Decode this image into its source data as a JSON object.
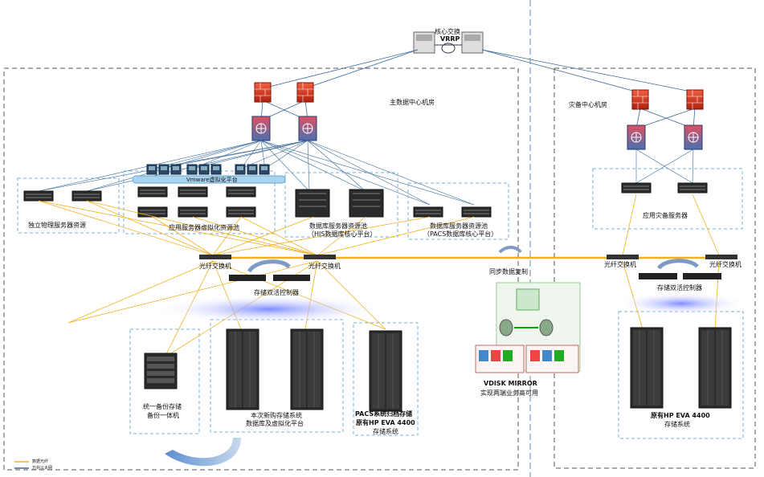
{
  "core": {
    "title": "核心交换",
    "vrrp": "VRRP"
  },
  "main_dc": {
    "title": "主数据中心机房"
  },
  "backup_dc": {
    "title": "灾备中心机房"
  },
  "vmware_bar": "Vmware虚拟化平台",
  "pools": {
    "physical": "独立物理服务器资源",
    "app_virtual": "应用服务器虚拟化资源池",
    "db_his_1": "数据库服务器资源池",
    "db_his_2": "（HIS数据库核心平台）",
    "db_pacs_1": "数据库服务器资源池",
    "db_pacs_2": "（PACS数据库核心平台）",
    "backup_app": "应用灾备服务器"
  },
  "san": {
    "fc_left": "光纤交换机",
    "fc_right": "光纤交换机",
    "controller": "存储双活控制器",
    "fc_backup_left": "光纤交换机",
    "fc_backup_right": "光纤交换机",
    "controller_backup": "存储双活控制器"
  },
  "sync": {
    "label": "同步数据复制",
    "vdisk": "VDISK MIRROR",
    "vdisk_sub": "实现两端业务高可用"
  },
  "storage": {
    "backup_1": "统一备份存储",
    "backup_2": "备份一体机",
    "new_1": "本次新购存储系统",
    "new_2": "数据库及虚拟化平台",
    "pacs_1": "PACS系统归档存储",
    "pacs_2": "原有HP EVA 4400",
    "pacs_3": "存储系统",
    "dr_1": "原有HP EVA 4400",
    "dr_2": "存储系统"
  },
  "legend": {
    "fiber": "数据光纤",
    "ethernet": "万兆以太网"
  },
  "colors": {
    "fiber": "#f0b020",
    "ethernet": "#3a6a9a",
    "dashed_box": "#7ab0d8",
    "dc_border": "#555555"
  }
}
